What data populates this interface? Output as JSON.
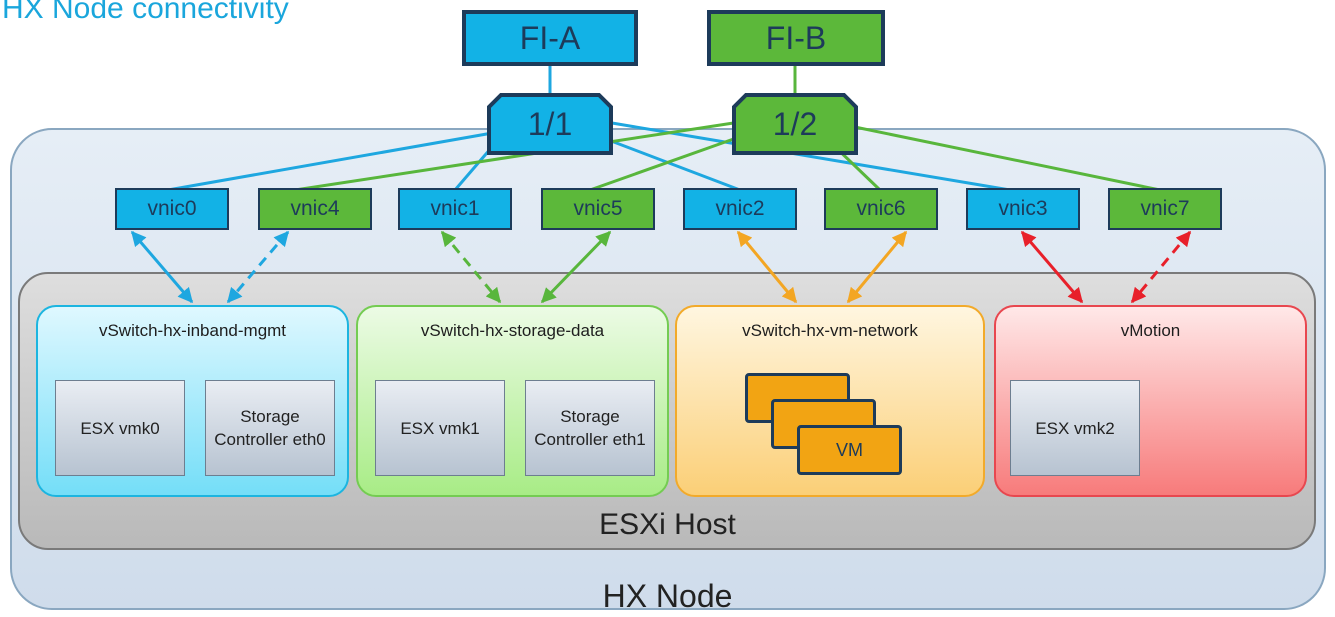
{
  "title": "HX Node connectivity",
  "fabric_interconnects": [
    {
      "label": "FI-A",
      "color": "#12b2e6"
    },
    {
      "label": "FI-B",
      "color": "#5cb83a"
    }
  ],
  "ports": [
    {
      "label": "1/1",
      "color": "#12b2e6"
    },
    {
      "label": "1/2",
      "color": "#5cb83a"
    }
  ],
  "vnics": [
    {
      "label": "vnic0",
      "color": "blue"
    },
    {
      "label": "vnic4",
      "color": "green"
    },
    {
      "label": "vnic1",
      "color": "blue"
    },
    {
      "label": "vnic5",
      "color": "green"
    },
    {
      "label": "vnic2",
      "color": "blue"
    },
    {
      "label": "vnic6",
      "color": "green"
    },
    {
      "label": "vnic3",
      "color": "blue"
    },
    {
      "label": "vnic7",
      "color": "green"
    }
  ],
  "vswitches": [
    {
      "name": "vSwitch-hx-inband-mgmt",
      "ports": [
        "ESX vmk0",
        "Storage Controller eth0"
      ]
    },
    {
      "name": "vSwitch-hx-storage-data",
      "ports": [
        "ESX vmk1",
        "Storage Controller eth1"
      ]
    },
    {
      "name": "vSwitch-hx-vm-network",
      "vm_label": "VM"
    },
    {
      "name": "vMotion",
      "ports": [
        "ESX vmk2"
      ]
    }
  ],
  "esxi_label": "ESXi Host",
  "hx_node_label": "HX Node",
  "colors": {
    "blue_link": "#1ea7e0",
    "green_link": "#58b63c",
    "orange_link": "#f3a623",
    "red_link": "#e8202a",
    "dark_border": "#1d3b5a"
  }
}
